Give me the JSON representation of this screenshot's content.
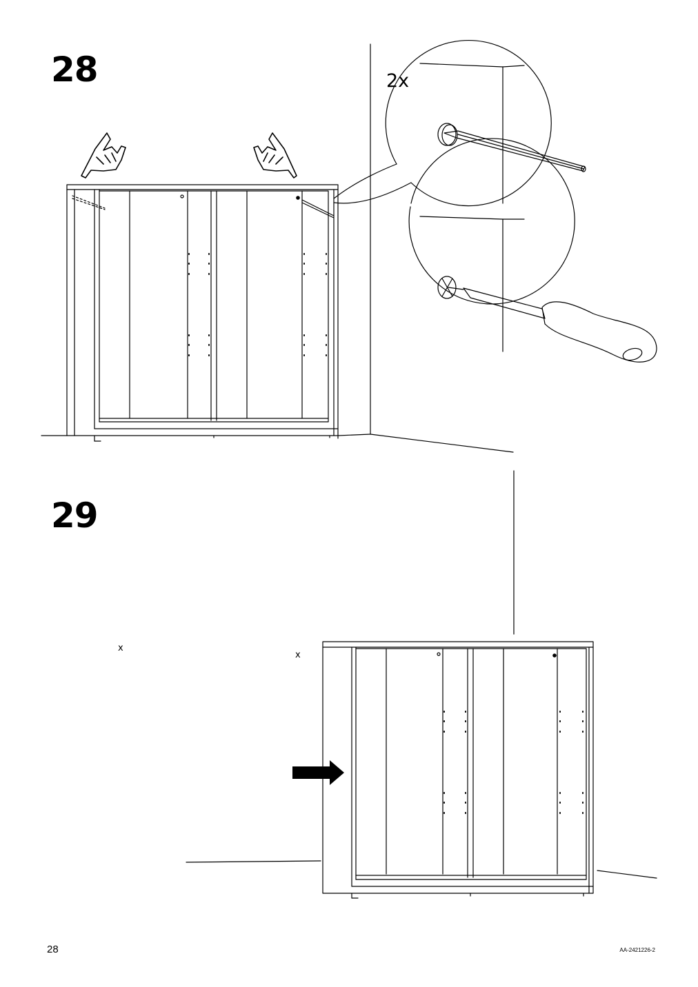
{
  "steps": [
    {
      "number": "28",
      "quantity": "2x"
    },
    {
      "number": "29",
      "marks": [
        "x",
        "x"
      ]
    }
  ],
  "icons": [
    "pointing-hands-icon",
    "screw-cap-icon",
    "awl-icon",
    "screwdriver-icon",
    "push-arrow-icon"
  ],
  "footer": {
    "page_number": "28",
    "doc_code": "AA-2421226-2"
  }
}
